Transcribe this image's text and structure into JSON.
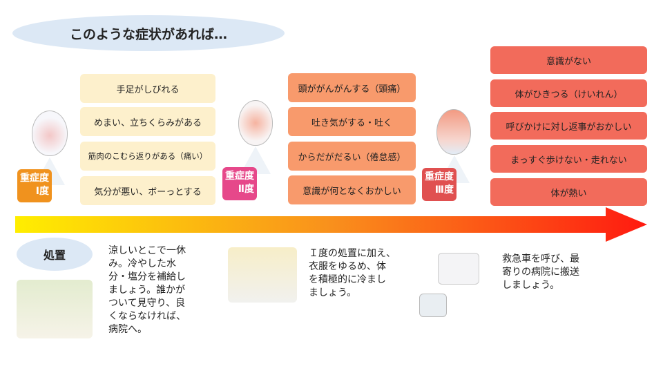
{
  "title": "このような症状があれば…",
  "levels": [
    {
      "badge_line1": "重症度",
      "badge_line2": "Ⅰ度",
      "color": "#f0921e",
      "symptoms": [
        "手足がしびれる",
        "めまい、立ちくらみがある",
        "筋肉のこむら返りがある（痛い）",
        "気分が悪い、ボーっとする"
      ]
    },
    {
      "badge_line1": "重症度",
      "badge_line2": "Ⅱ度",
      "color": "#e6488a",
      "symptoms": [
        "頭ががんがんする（頭痛）",
        "吐き気がする・吐く",
        "からだがだるい（倦怠感）",
        "意識が何となくおかしい"
      ]
    },
    {
      "badge_line1": "重症度",
      "badge_line2": "Ⅲ度",
      "color": "#e05050",
      "symptoms": [
        "意識がない",
        "体がひきつる（けいれん）",
        "呼びかけに対し返事がおかしい",
        "まっすぐ歩けない・走れない",
        "体が熱い"
      ]
    }
  ],
  "treatment": {
    "label": "処置",
    "texts": [
      "涼しいとこで一休\nみ。冷やした水\n分・塩分を補給し\nましょう。誰かが\nついて見守り、良\nくならなければ、\n病院へ。",
      "Ｉ度の処置に加え、\n衣服をゆるめ、体\nを積極的に冷まし\nましょう。",
      "救急車を呼び、最\n寄りの病院に搬送\nしましょう。"
    ]
  }
}
